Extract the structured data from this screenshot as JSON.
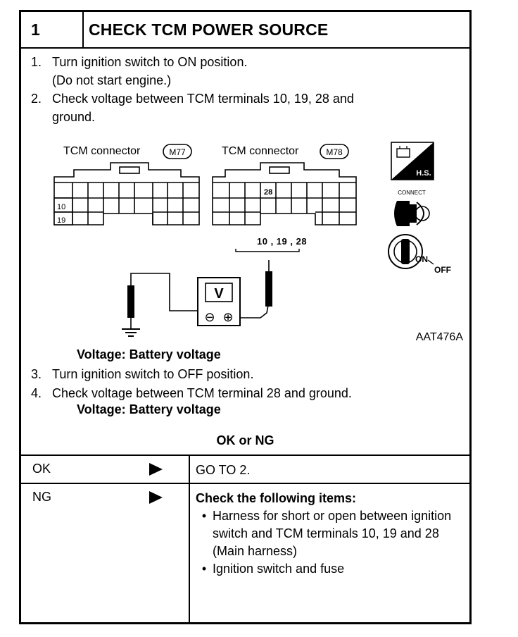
{
  "header": {
    "step_number": "1",
    "title": "CHECK TCM POWER SOURCE"
  },
  "steps_a": [
    {
      "num": "1.",
      "lines": [
        "Turn ignition switch to ON position.",
        "(Do not start engine.)"
      ]
    },
    {
      "num": "2.",
      "lines": [
        "Check voltage between TCM terminals 10, 19, 28 and",
        "ground."
      ]
    }
  ],
  "diagram": {
    "connector_left_label": "TCM connector",
    "connector_left_id": "M77",
    "connector_right_label": "TCM connector",
    "connector_right_id": "M78",
    "left_terminals": [
      "10",
      "19"
    ],
    "right_terminal": "28",
    "probe_terminals": "10 , 19 , 28",
    "meter_symbol": "V",
    "meter_minus": "⊖",
    "meter_plus": "⊕",
    "icon_hs_label": "H.S.",
    "icon_connect_label": "CONNECT",
    "icon_onoff_on": "ON",
    "icon_onoff_off": "OFF",
    "figure_code": "AAT476A"
  },
  "voltage_spec_1": "Voltage: Battery voltage",
  "steps_b": [
    {
      "num": "3.",
      "text": "Turn ignition switch to OFF position."
    },
    {
      "num": "4.",
      "text": "Check voltage between TCM terminal 28 and ground."
    }
  ],
  "voltage_spec_2": "Voltage: Battery voltage",
  "ok_or_ng": "OK or NG",
  "results": {
    "ok": {
      "label": "OK",
      "action": "GO TO 2."
    },
    "ng": {
      "label": "NG",
      "heading": "Check the following items:",
      "bullet_glyph": "•",
      "items": [
        "Harness for short or open between ignition switch and TCM terminals 10, 19 and 28 (Main harness)",
        "Ignition switch and fuse"
      ]
    }
  }
}
